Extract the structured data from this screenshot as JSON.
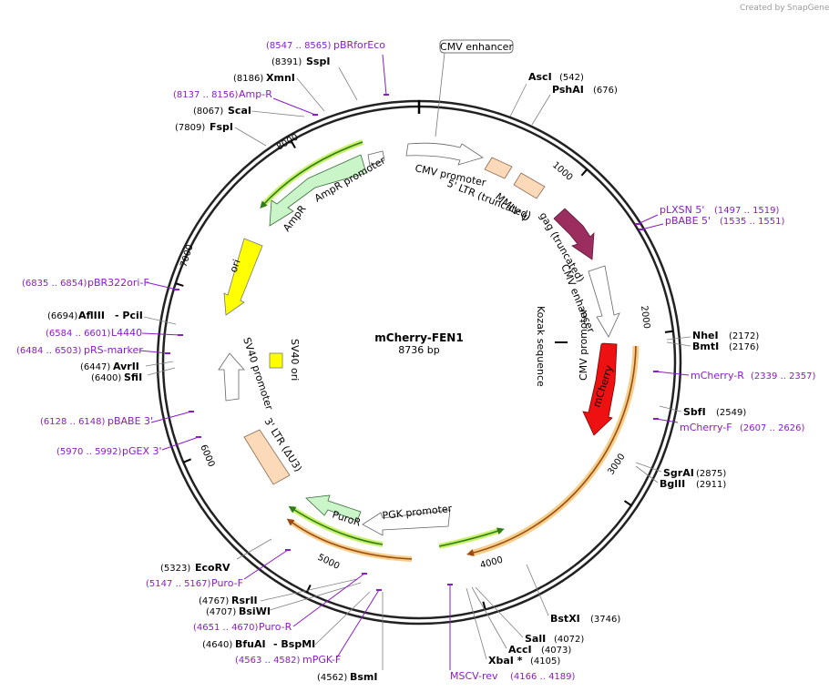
{
  "credit": {
    "created_by": "Created by",
    "app": "SnapGene"
  },
  "map": {
    "name": "mCherry-FEN1",
    "length": "8736 bp"
  },
  "ticks": [
    "1000",
    "2000",
    "3000",
    "4000",
    "5000",
    "6000",
    "7000",
    "8000"
  ],
  "enzymes": [
    {
      "pos": "(542)",
      "name": "AscI"
    },
    {
      "pos": "(676)",
      "name": "PshAI"
    },
    {
      "pos": "(2172)",
      "name": "NheI"
    },
    {
      "pos": "(2176)",
      "name": "BmtI"
    },
    {
      "pos": "(2549)",
      "name": "SbfI"
    },
    {
      "pos": "(2875)",
      "name": "SgrAI"
    },
    {
      "pos": "(2911)",
      "name": "BglII"
    },
    {
      "pos": "(3746)",
      "name": "BstXI"
    },
    {
      "pos": "(4072)",
      "name": "SalI"
    },
    {
      "pos": "(4073)",
      "name": "AccI"
    },
    {
      "pos": "(4105)",
      "name": "XbaI *"
    },
    {
      "pos": "(4562)",
      "name": "BsmI"
    },
    {
      "pos": "(4640)",
      "name": "BfuAI",
      "extra": "- BspMI"
    },
    {
      "pos": "(4707)",
      "name": "BsiWI"
    },
    {
      "pos": "(4767)",
      "name": "RsrII"
    },
    {
      "pos": "(5323)",
      "name": "EcoRV"
    },
    {
      "pos": "(6400)",
      "name": "SfiI"
    },
    {
      "pos": "(6447)",
      "name": "AvrII"
    },
    {
      "pos": "(6694)",
      "name": "AflIII",
      "extra": "- PciI"
    },
    {
      "pos": "(7809)",
      "name": "FspI"
    },
    {
      "pos": "(8067)",
      "name": "ScaI"
    },
    {
      "pos": "(8186)",
      "name": "XmnI"
    },
    {
      "pos": "(8391)",
      "name": "SspI"
    }
  ],
  "primers": [
    {
      "range": "(8547 .. 8565)",
      "name": "pBRforEco"
    },
    {
      "range": "(8137 .. 8156)",
      "name": "Amp-R"
    },
    {
      "range": "(1497 .. 1519)",
      "name": "pLXSN 5'"
    },
    {
      "range": "(1535 .. 1551)",
      "name": "pBABE 5'"
    },
    {
      "range": "(2339 .. 2357)",
      "name": "mCherry-R"
    },
    {
      "range": "(2607 .. 2626)",
      "name": "mCherry-F"
    },
    {
      "range": "(4166 .. 4189)",
      "name": "MSCV-rev"
    },
    {
      "range": "(4563 .. 4582)",
      "name": "mPGK-F"
    },
    {
      "range": "(4651 .. 4670)",
      "name": "Puro-R"
    },
    {
      "range": "(5147 .. 5167)",
      "name": "Puro-F"
    },
    {
      "range": "(5970 .. 5992)",
      "name": "pGEX 3'"
    },
    {
      "range": "(6128 .. 6148)",
      "name": "pBABE 3'"
    },
    {
      "range": "(6484 .. 6503)",
      "name": "pRS-marker"
    },
    {
      "range": "(6584 .. 6601)",
      "name": "L4440"
    },
    {
      "range": "(6835 .. 6854)",
      "name": "pBR322ori-F"
    }
  ],
  "features": {
    "cmv_enhancer_box": "CMV enhancer",
    "cmv_promoter": "CMV promoter",
    "ltr5": "5' LTR (truncated)",
    "mmlv": "MMLV Ψ",
    "gag": "gag (truncated)",
    "cmv_enhancer2": "CMV enhancer",
    "cmv_promoter2": "CMV promoter",
    "kozak": "Kozak sequence",
    "mcherry": "mCherry",
    "pgk": "PGK promoter",
    "puror": "PuroR",
    "ltr3": "3' LTR (ΔU3)",
    "sv40_promoter": "SV40 promoter",
    "sv40_ori": "SV40 ori",
    "ori": "ori",
    "ampr": "AmpR",
    "ampr_promoter": "AmpR promoter"
  },
  "colors": {
    "mcherry": "#ee1111",
    "gag": "#9b2d5f",
    "ltr": "#fbd9b9",
    "ori": "#ffff00",
    "ampr": "#c9f5c9",
    "primer": "#8a1cc7",
    "orf_line": "#2e7d1a",
    "orf_glow": "#c9f06a",
    "orf_brown": "#9a4a12",
    "orf_brown_glow": "#f5cf8a"
  }
}
